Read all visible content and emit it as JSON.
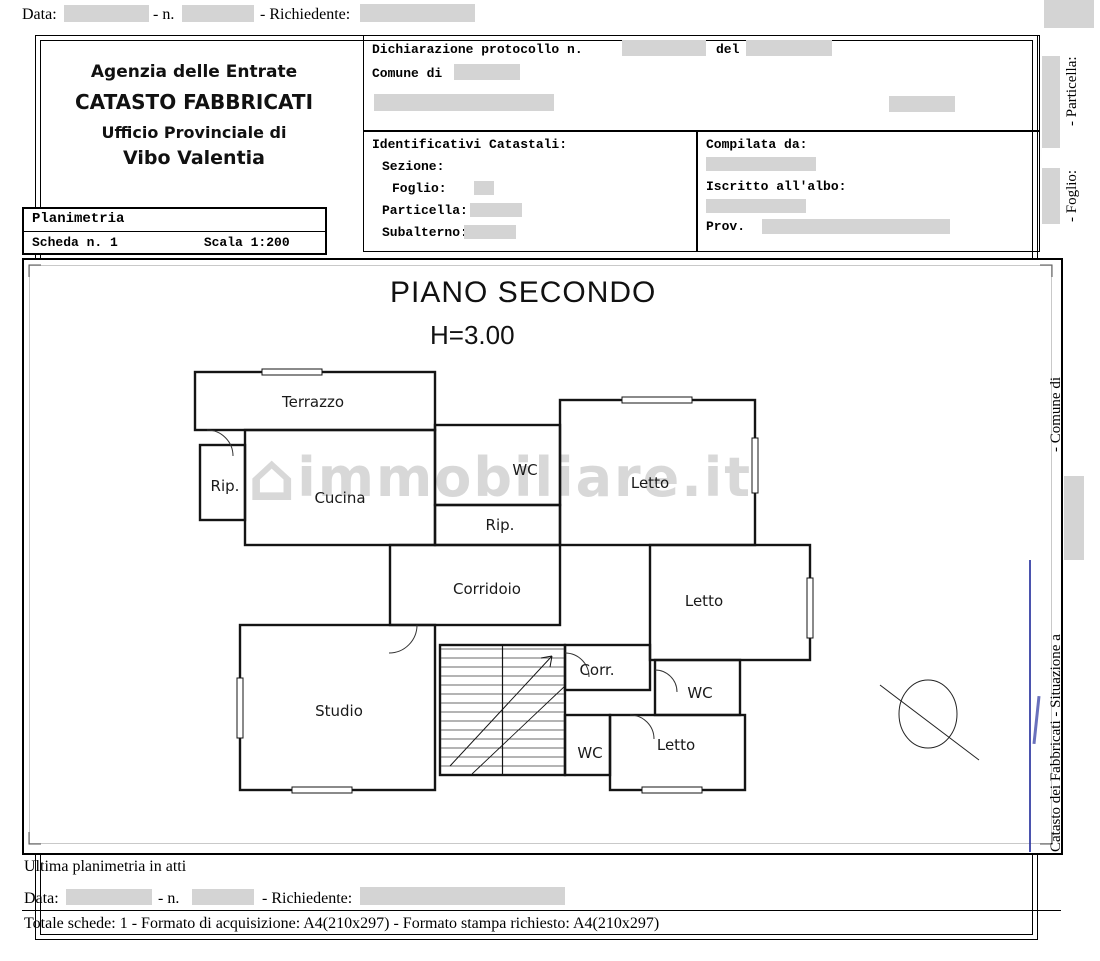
{
  "colors": {
    "redaction": "#d4d4d4",
    "blue_mark": "#2b35a0"
  },
  "top_bar": {
    "data_label": "Data:",
    "n_label": "- n.",
    "richiedente_label": "- Richiedente:"
  },
  "header_left": {
    "line1": "Agenzia delle Entrate",
    "line2": "CATASTO FABBRICATI",
    "line3": "Ufficio Provinciale di",
    "line4": "Vibo Valentia"
  },
  "planimetria_box": {
    "title": "Planimetria",
    "scheda": "Scheda n. 1",
    "scala": "Scala 1:200"
  },
  "dichiarazione_box": {
    "protocollo_label": "Dichiarazione protocollo n.",
    "del_label": "del",
    "comune_label": "Comune di"
  },
  "identificativi_box": {
    "title": "Identificativi Catastali:",
    "sezione": "Sezione:",
    "foglio": "Foglio:",
    "particella": "Particella:",
    "subalterno": "Subalterno:"
  },
  "compilata_box": {
    "title": "Compilata da:",
    "iscritto": "Iscritto all'albo:",
    "prov": "Prov."
  },
  "plan": {
    "title": "PIANO SECONDO",
    "height_label": "H=3.00",
    "rooms": [
      "Terrazzo",
      "Rip.",
      "Cucina",
      "WC",
      "Letto",
      "Rip.",
      "Corridoio",
      "Letto",
      "Studio",
      "Corr.",
      "WC",
      "Letto",
      "WC"
    ]
  },
  "right_margin": {
    "particella": "- Particella:",
    "foglio": "- Foglio:",
    "comune": "- Comune di",
    "catasto": "Catasto dei Fabbricati - Situazione a"
  },
  "watermark": {
    "house_icon": "⌂",
    "text": "immobiliare.it"
  },
  "footer": {
    "ultima": "Ultima planimetria in atti",
    "data_label": "Data:",
    "n_label": "- n.",
    "richiedente_label": "- Richiedente:",
    "totale": "Totale schede: 1 - Formato di acquisizione: A4(210x297)  - Formato stampa richiesto: A4(210x297)"
  }
}
